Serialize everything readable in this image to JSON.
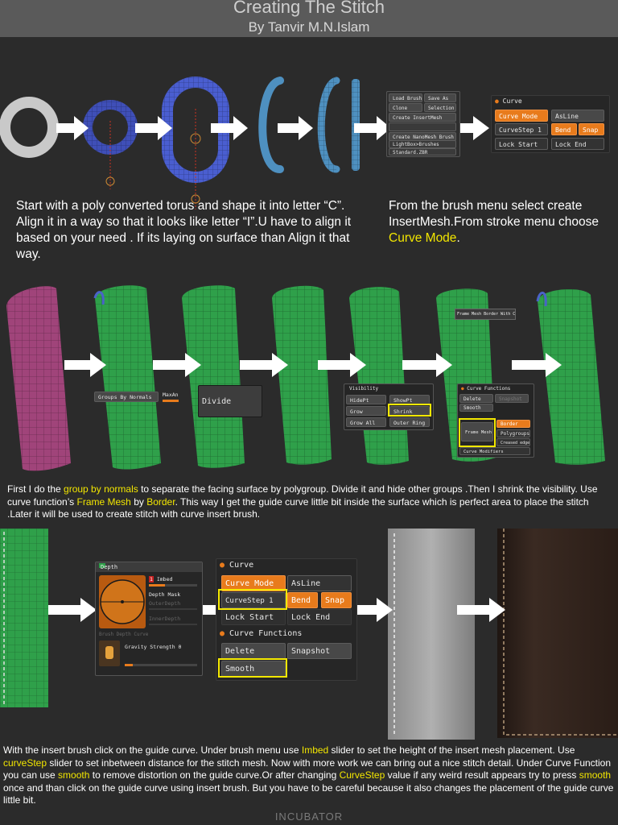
{
  "header": {
    "title": "Creating The Stitch",
    "author": "By Tanvir M.N.Islam"
  },
  "section1": {
    "left_text": "Start with a poly converted torus and shape it into letter “C”. Align it in a way so that it looks like letter “I”.U have to align it based on your need . If its laying on surface than Align it that way.",
    "right_text_a": "From the brush menu select create InsertMesh.From stroke menu choose",
    "right_text_b": "Curve Mode",
    "right_text_c": ".",
    "brush_menu": [
      "Load Brush",
      "Save As",
      "Clone",
      "Selection",
      "Create InsertMesh",
      "",
      "Create NanoMesh Brush",
      "LightBox>Brushes",
      "Standard.ZBR"
    ],
    "curve_panel": {
      "title": "Curve",
      "curve_mode": "Curve Mode",
      "asline": "AsLine",
      "curvestep": "CurveStep 1",
      "bend": "Bend",
      "snap": "Snap",
      "lock_start": "Lock Start",
      "lock_end": "Lock End"
    }
  },
  "section2": {
    "groups_by_normals": "Groups By Normals",
    "maxang": "MaxAn",
    "divide": "Divide",
    "visibility": {
      "title": "Visibility",
      "hidept": "HidePt",
      "showpt": "ShowPt",
      "grow": "Grow",
      "shrink": "Shrink",
      "grow_all": "Grow All",
      "outer_ring": "Outer Ring"
    },
    "curve_functions": {
      "title": "Curve Functions",
      "delete": "Delete",
      "snapshot": "Snapshot",
      "smooth": "Smooth",
      "frame_mesh": "Frame Mesh",
      "border": "Border",
      "polygroups": "Polygroups",
      "creased_edges": "Creased edges",
      "curve_modifiers": "Curve Modifiers"
    },
    "frame_tooltip": "Frame Mesh Border With Curv",
    "text_a": "First I do the ",
    "text_b": "group by normals",
    "text_c": " to separate the facing surface by polygroup. Divide it and hide other groups .Then I shrink the visibility. Use curve function’s ",
    "text_d": "Frame Mesh",
    "text_e": " by ",
    "text_f": "Border",
    "text_g": ". This way I get the guide curve little bit inside the surface which is perfect area to place the stitch .Later it will be used to create stitch with curve insert brush."
  },
  "section3": {
    "depth_panel": {
      "title": "Depth",
      "imbed_value": "1",
      "imbed": "Imbed",
      "depth_mask": "Depth Mask",
      "outer_depth": "OuterDepth",
      "inner_depth": "InnerDepth",
      "brush_depth_curve": "Brush Depth Curve",
      "gravity": "Gravity Strength 0"
    },
    "curve_panel": {
      "title": "Curve",
      "curve_mode": "Curve Mode",
      "asline": "AsLine",
      "curvestep": "CurveStep 1",
      "bend": "Bend",
      "snap": "Snap",
      "lock_start": "Lock Start",
      "lock_end": "Lock End",
      "functions_title": "Curve Functions",
      "delete": "Delete",
      "snapshot": "Snapshot",
      "smooth": "Smooth"
    },
    "t1": "With the insert brush click on the guide curve. Under brush menu use ",
    "t2": "Imbed",
    "t3": " slider to set the height of the insert mesh placement. Use ",
    "t4": "curveStep",
    "t5": " slider to set inbetween distance for the stitch mesh. Now with more work we can bring out a nice stitch detail. Under Curve Function you can use ",
    "t6": "smooth",
    "t7": " to remove distortion on the guide curve.Or after changing ",
    "t8": "CurveStep",
    "t9": " value if any weird result appears try to press ",
    "t10": "smooth",
    "t11": " once and than click on the guide curve using insert brush. But you have to be careful because it also changes the placement of the guide curve little bit."
  },
  "footer": {
    "logo": "INCUBATOR"
  },
  "colors": {
    "highlight": "#f2e600",
    "orange": "#e87b1c",
    "green": "#2fa04a",
    "magenta": "#a0447a",
    "blue": "#4a63c8"
  }
}
